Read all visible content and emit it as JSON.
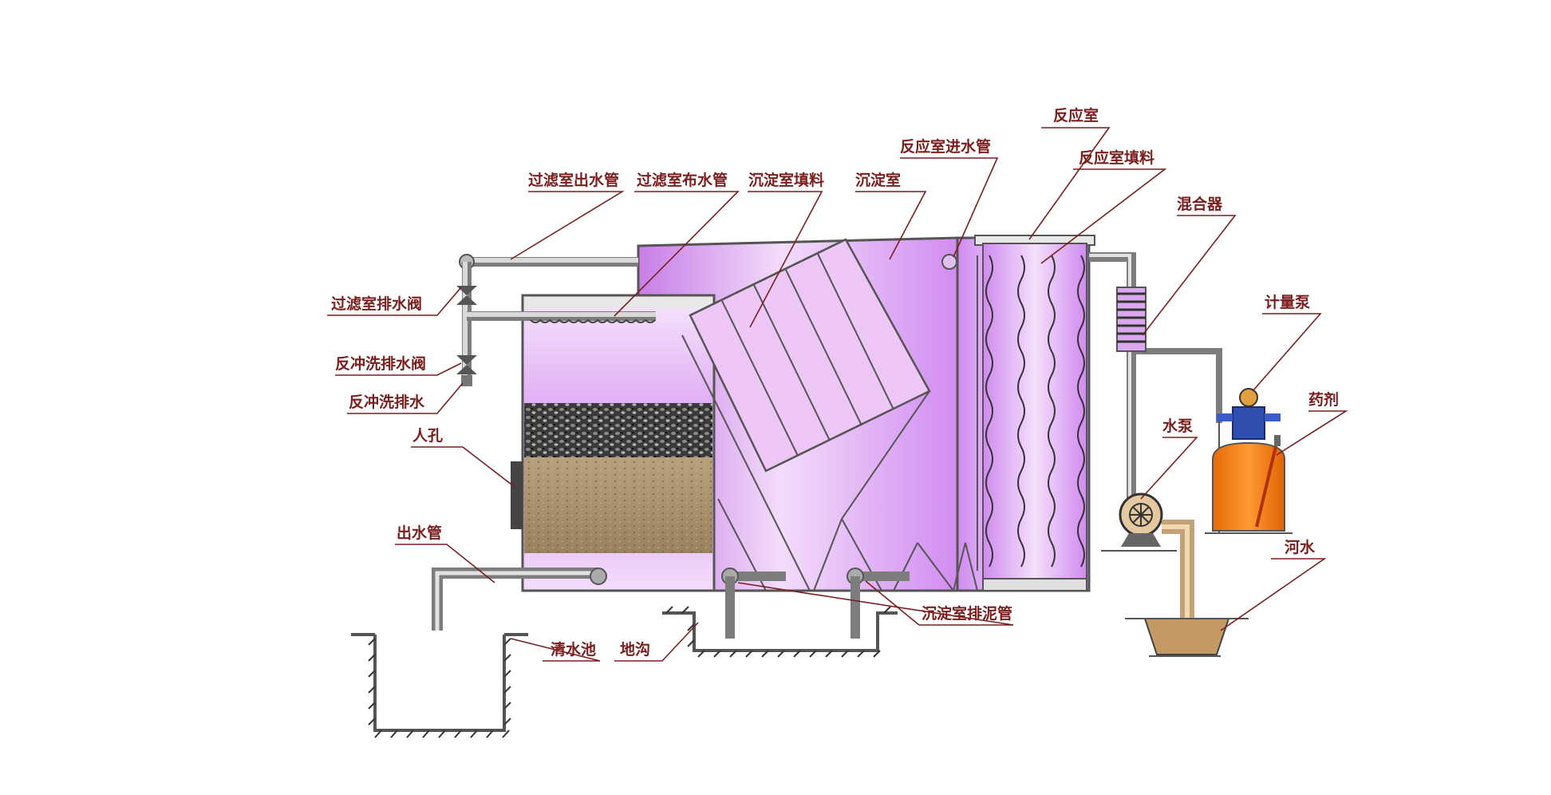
{
  "labels": {
    "reaction_chamber": "反应室",
    "reaction_inlet_pipe": "反应室进水管",
    "reaction_filler": "反应室填料",
    "filter_outlet_pipe": "过滤室出水管",
    "filter_distribution_pipe": "过滤室布水管",
    "settling_filler": "沉淀室填料",
    "settling_chamber": "沉淀室",
    "mixer": "混合器",
    "filter_drain_valve": "过滤室排水阀",
    "backwash_drain_valve": "反冲洗排水阀",
    "backwash_drain": "反冲洗排水",
    "manhole": "人孔",
    "outlet_pipe": "出水管",
    "clear_water_tank": "清水池",
    "ground_ditch": "地沟",
    "sludge_pipe": "沉淀室排泥管",
    "metering_pump": "计量泵",
    "chemical": "药剂",
    "water_pump": "水泵",
    "river_water": "河水"
  },
  "colors": {
    "label_text": "#7a1e1e",
    "chamber_fill": "#dd9af0",
    "pipe": "#7d7d7d",
    "sand": "#a58d6c",
    "gravel": "#2b2b2b",
    "chemical_tank": "#f07a10",
    "pump_body": "#2e4fb0"
  }
}
